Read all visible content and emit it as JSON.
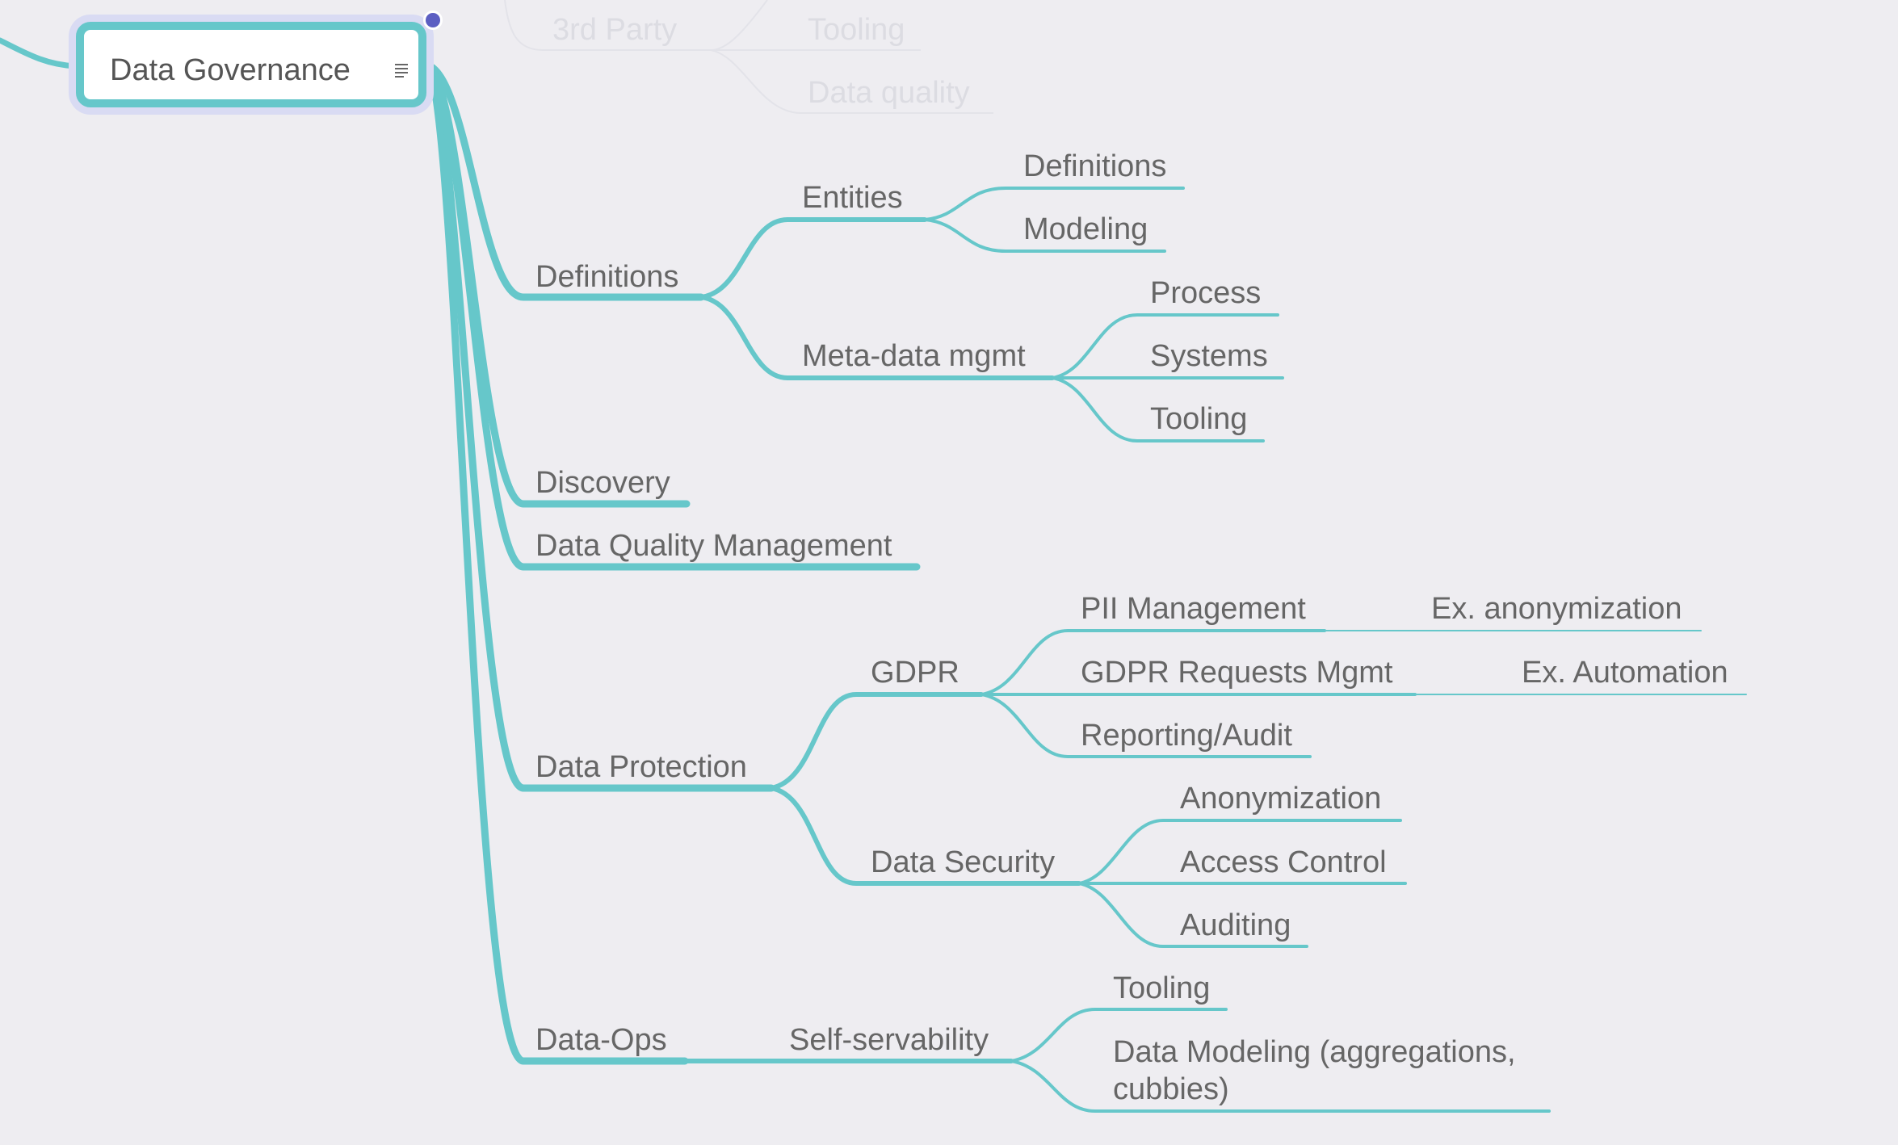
{
  "root": {
    "label": "Data Governance",
    "note_icon": "note-icon"
  },
  "faded": {
    "third_party": "3rd Party",
    "tooling": "Tooling",
    "data_quality": "Data quality"
  },
  "branches": {
    "definitions": {
      "label": "Definitions",
      "entities": {
        "label": "Entities",
        "children": [
          "Definitions",
          "Modeling"
        ]
      },
      "metadata": {
        "label": "Meta-data mgmt",
        "children": [
          "Process",
          "Systems",
          "Tooling"
        ]
      }
    },
    "discovery": {
      "label": "Discovery"
    },
    "dqm": {
      "label": "Data Quality Management"
    },
    "protection": {
      "label": "Data Protection",
      "gdpr": {
        "label": "GDPR",
        "pii": {
          "label": "PII Management",
          "example": "Ex. anonymization"
        },
        "requests": {
          "label": "GDPR Requests Mgmt",
          "example": "Ex. Automation"
        },
        "reporting": {
          "label": "Reporting/Audit"
        }
      },
      "security": {
        "label": "Data Security",
        "children": [
          "Anonymization",
          "Access Control",
          "Auditing"
        ]
      }
    },
    "dataops": {
      "label": "Data-Ops",
      "self_servability": {
        "label": "Self-servability",
        "children": [
          "Tooling",
          "Data Modeling (aggregations, cubbies)"
        ]
      }
    }
  },
  "colors": {
    "background": "#eeedf1",
    "branch": "#66c7ca",
    "text": "#666666",
    "handle": "#5c5fc2",
    "root_halo": "#d9dbf3"
  }
}
